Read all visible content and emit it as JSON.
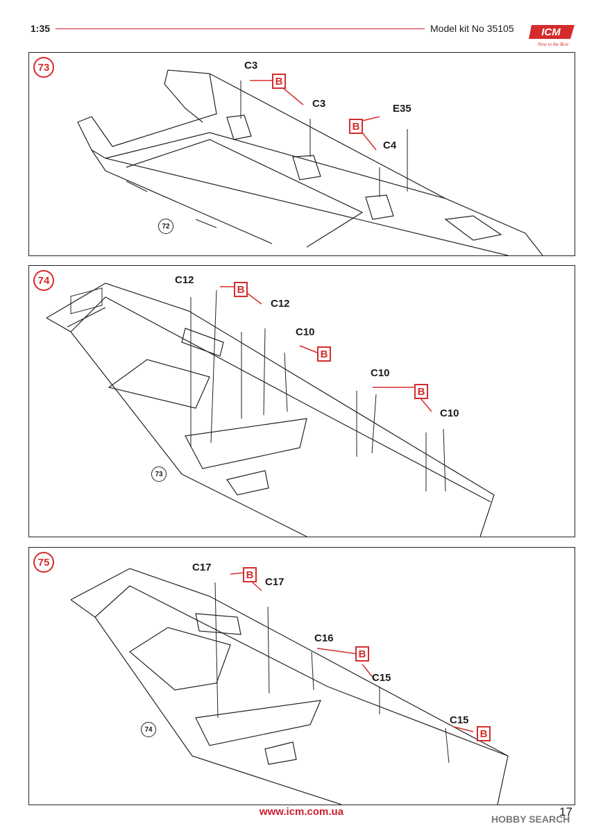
{
  "header": {
    "scale": "1:35",
    "kit": "Model kit No 35105",
    "logo_text": "ICM",
    "logo_tagline": "Now in the Best"
  },
  "colors": {
    "accent": "#d52b2b",
    "line": "#222222"
  },
  "steps": [
    {
      "number": "73",
      "ref": "72",
      "parts": [
        "C3",
        "C3",
        "E35",
        "C4"
      ],
      "paint": "B"
    },
    {
      "number": "74",
      "ref": "73",
      "parts": [
        "C12",
        "C12",
        "C10",
        "C10",
        "C10"
      ],
      "paint": "B"
    },
    {
      "number": "75",
      "ref": "74",
      "parts": [
        "C17",
        "C17",
        "C16",
        "C15",
        "C15"
      ],
      "paint": "B"
    }
  ],
  "footer": {
    "url": "www.icm.com.ua",
    "watermark": "HOBBY SEARCH",
    "page": "17"
  }
}
